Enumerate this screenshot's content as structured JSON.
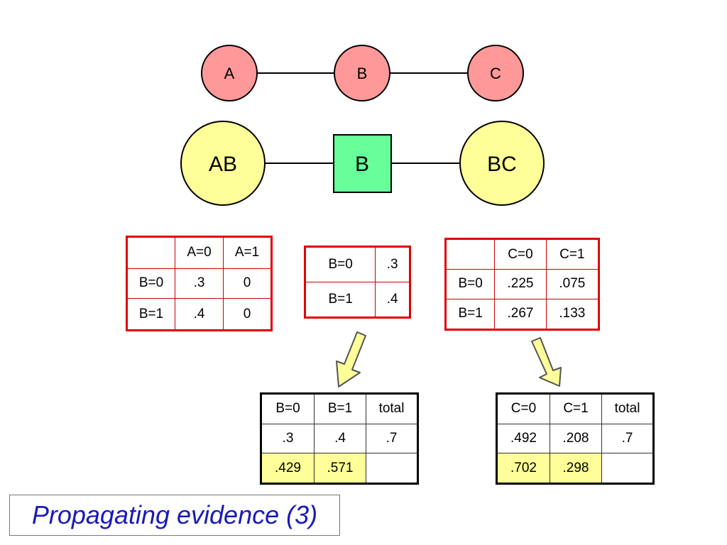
{
  "network": {
    "top_nodes": [
      "A",
      "B",
      "C"
    ],
    "clique_nodes": {
      "left": "AB",
      "separator": "B",
      "right": "BC"
    }
  },
  "colors": {
    "variable_node": "#ff9999",
    "clique_node": "#ffff99",
    "separator_node": "#66ff99",
    "arrow_fill": "#ffff99",
    "table_border_input": "#e00000",
    "table_border_result": "#000000",
    "highlight_cell": "#ffff99",
    "caption_text": "#1a1ab8"
  },
  "tables": {
    "ab": {
      "header": [
        "",
        "A=0",
        "A=1"
      ],
      "rows": [
        [
          "B=0",
          ".3",
          "0"
        ],
        [
          "B=1",
          ".4",
          "0"
        ]
      ]
    },
    "b": {
      "rows": [
        [
          "B=0",
          ".3"
        ],
        [
          "B=1",
          ".4"
        ]
      ]
    },
    "bc": {
      "header": [
        "",
        "C=0",
        "C=1"
      ],
      "rows": [
        [
          "B=0",
          ".225",
          ".075"
        ],
        [
          "B=1",
          ".267",
          ".133"
        ]
      ]
    },
    "b_result": {
      "header": [
        "B=0",
        "B=1",
        "total"
      ],
      "rows": [
        [
          ".3",
          ".4",
          ".7"
        ],
        [
          ".429",
          ".571",
          ""
        ]
      ]
    },
    "c_result": {
      "header": [
        "C=0",
        "C=1",
        "total"
      ],
      "rows": [
        [
          ".492",
          ".208",
          ".7"
        ],
        [
          ".702",
          ".298",
          ""
        ]
      ]
    }
  },
  "caption": "Propagating evidence (3)"
}
